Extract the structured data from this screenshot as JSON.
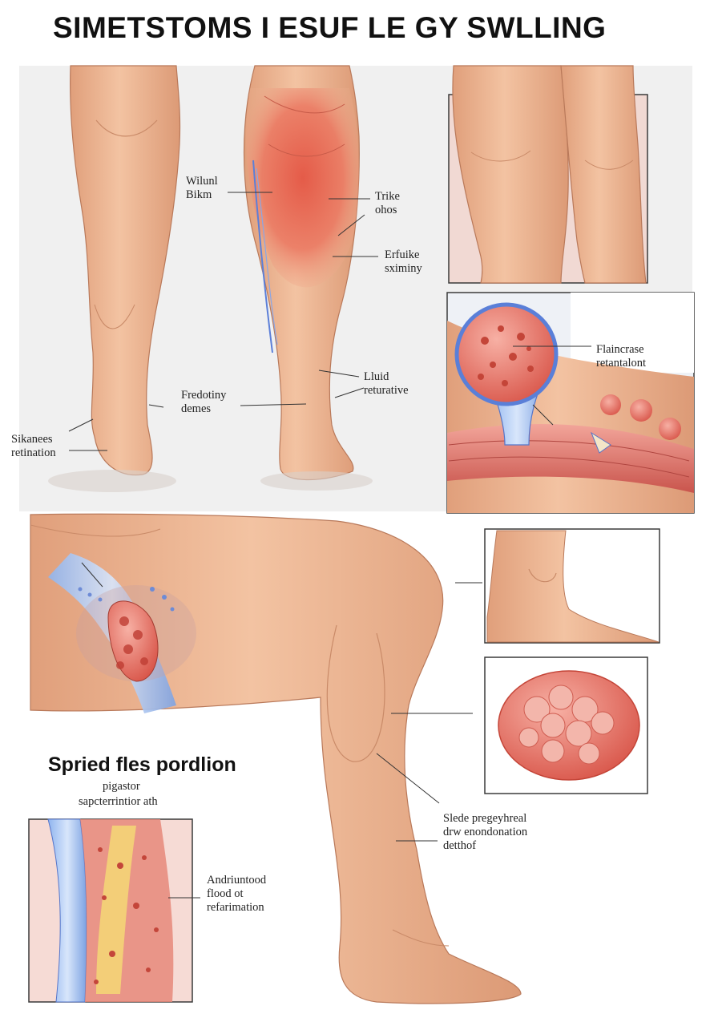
{
  "title": "SIMETSTOMS I ESUF LE GY SWLLING",
  "labels": {
    "wiluni": [
      "Wilunl",
      "Bikm"
    ],
    "trike": [
      "Trike",
      "ohos"
    ],
    "erfuike": [
      "Erfuike",
      "sximiny"
    ],
    "lluid": [
      "Lluid",
      "returative"
    ],
    "fredotiny": [
      "Fredotiny",
      "demes"
    ],
    "sikanees": [
      "Sikanees",
      "retination"
    ],
    "flaincrase": [
      "Flaincrase",
      "retantalont"
    ],
    "slede": [
      "Slede pregeyhreal",
      "drw enondonation",
      "detthof"
    ],
    "andriuntood": [
      "Andriuntood",
      "flood ot",
      "refarimation"
    ]
  },
  "section": {
    "heading": "Spried fles pordlion",
    "caption_1": "pigastor",
    "caption_2": "sapcterrintior ath"
  },
  "colors": {
    "skin": "#eeb48f",
    "skin_shadow": "#d48f6a",
    "inflamed": "#e0574a",
    "vein": "#6a8ad8",
    "panel_bg": "#f0f0f0",
    "cell": "#e06a5f"
  }
}
